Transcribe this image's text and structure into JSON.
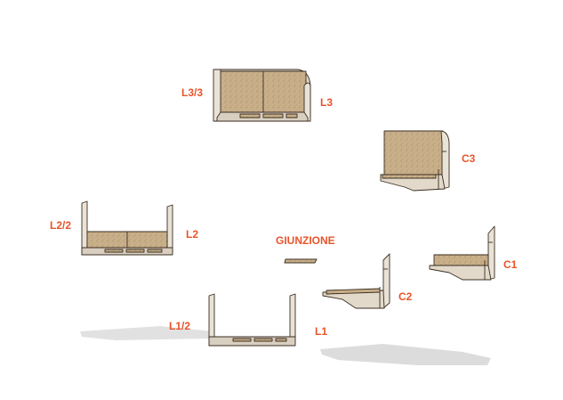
{
  "colors": {
    "label": "#e8542a",
    "board": "#c9b08a",
    "board_dark": "#a88f68",
    "edge": "#3a2e22",
    "shadow": "#d7d7d7"
  },
  "labels": {
    "l3_3": "L3/3",
    "l3": "L3",
    "c3": "C3",
    "l2_2": "L2/2",
    "l2": "L2",
    "giunzione": "GIUNZIONE",
    "c1": "C1",
    "c2": "C2",
    "l1_2": "L1/2",
    "l1": "L1"
  }
}
